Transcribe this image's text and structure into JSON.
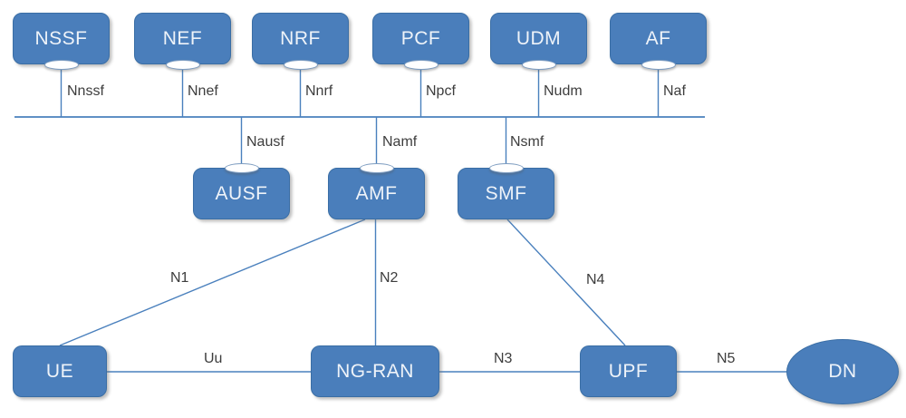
{
  "diagram": {
    "nodes": {
      "nssf": "NSSF",
      "nef": "NEF",
      "nrf": "NRF",
      "pcf": "PCF",
      "udm": "UDM",
      "af": "AF",
      "ausf": "AUSF",
      "amf": "AMF",
      "smf": "SMF",
      "ue": "UE",
      "ngran": "NG-RAN",
      "upf": "UPF",
      "dn": "DN"
    },
    "service_interfaces": {
      "nnssf": "Nnssf",
      "nnef": "Nnef",
      "nnrf": "Nnrf",
      "npcf": "Npcf",
      "nudm": "Nudm",
      "naf": "Naf",
      "nausf": "Nausf",
      "namf": "Namf",
      "nsmf": "Nsmf"
    },
    "reference_points": {
      "n1": "N1",
      "n2": "N2",
      "n3": "N3",
      "n4": "N4",
      "n5": "N5",
      "uu": "Uu"
    },
    "colors": {
      "node_fill": "#4a7ebb",
      "node_border": "#3a6ea5",
      "connector": "#4a80bd",
      "node_text": "#eef3f9",
      "label_text": "#3d3d3d",
      "port_fill": "#ffffff",
      "background": "#ffffff"
    }
  }
}
